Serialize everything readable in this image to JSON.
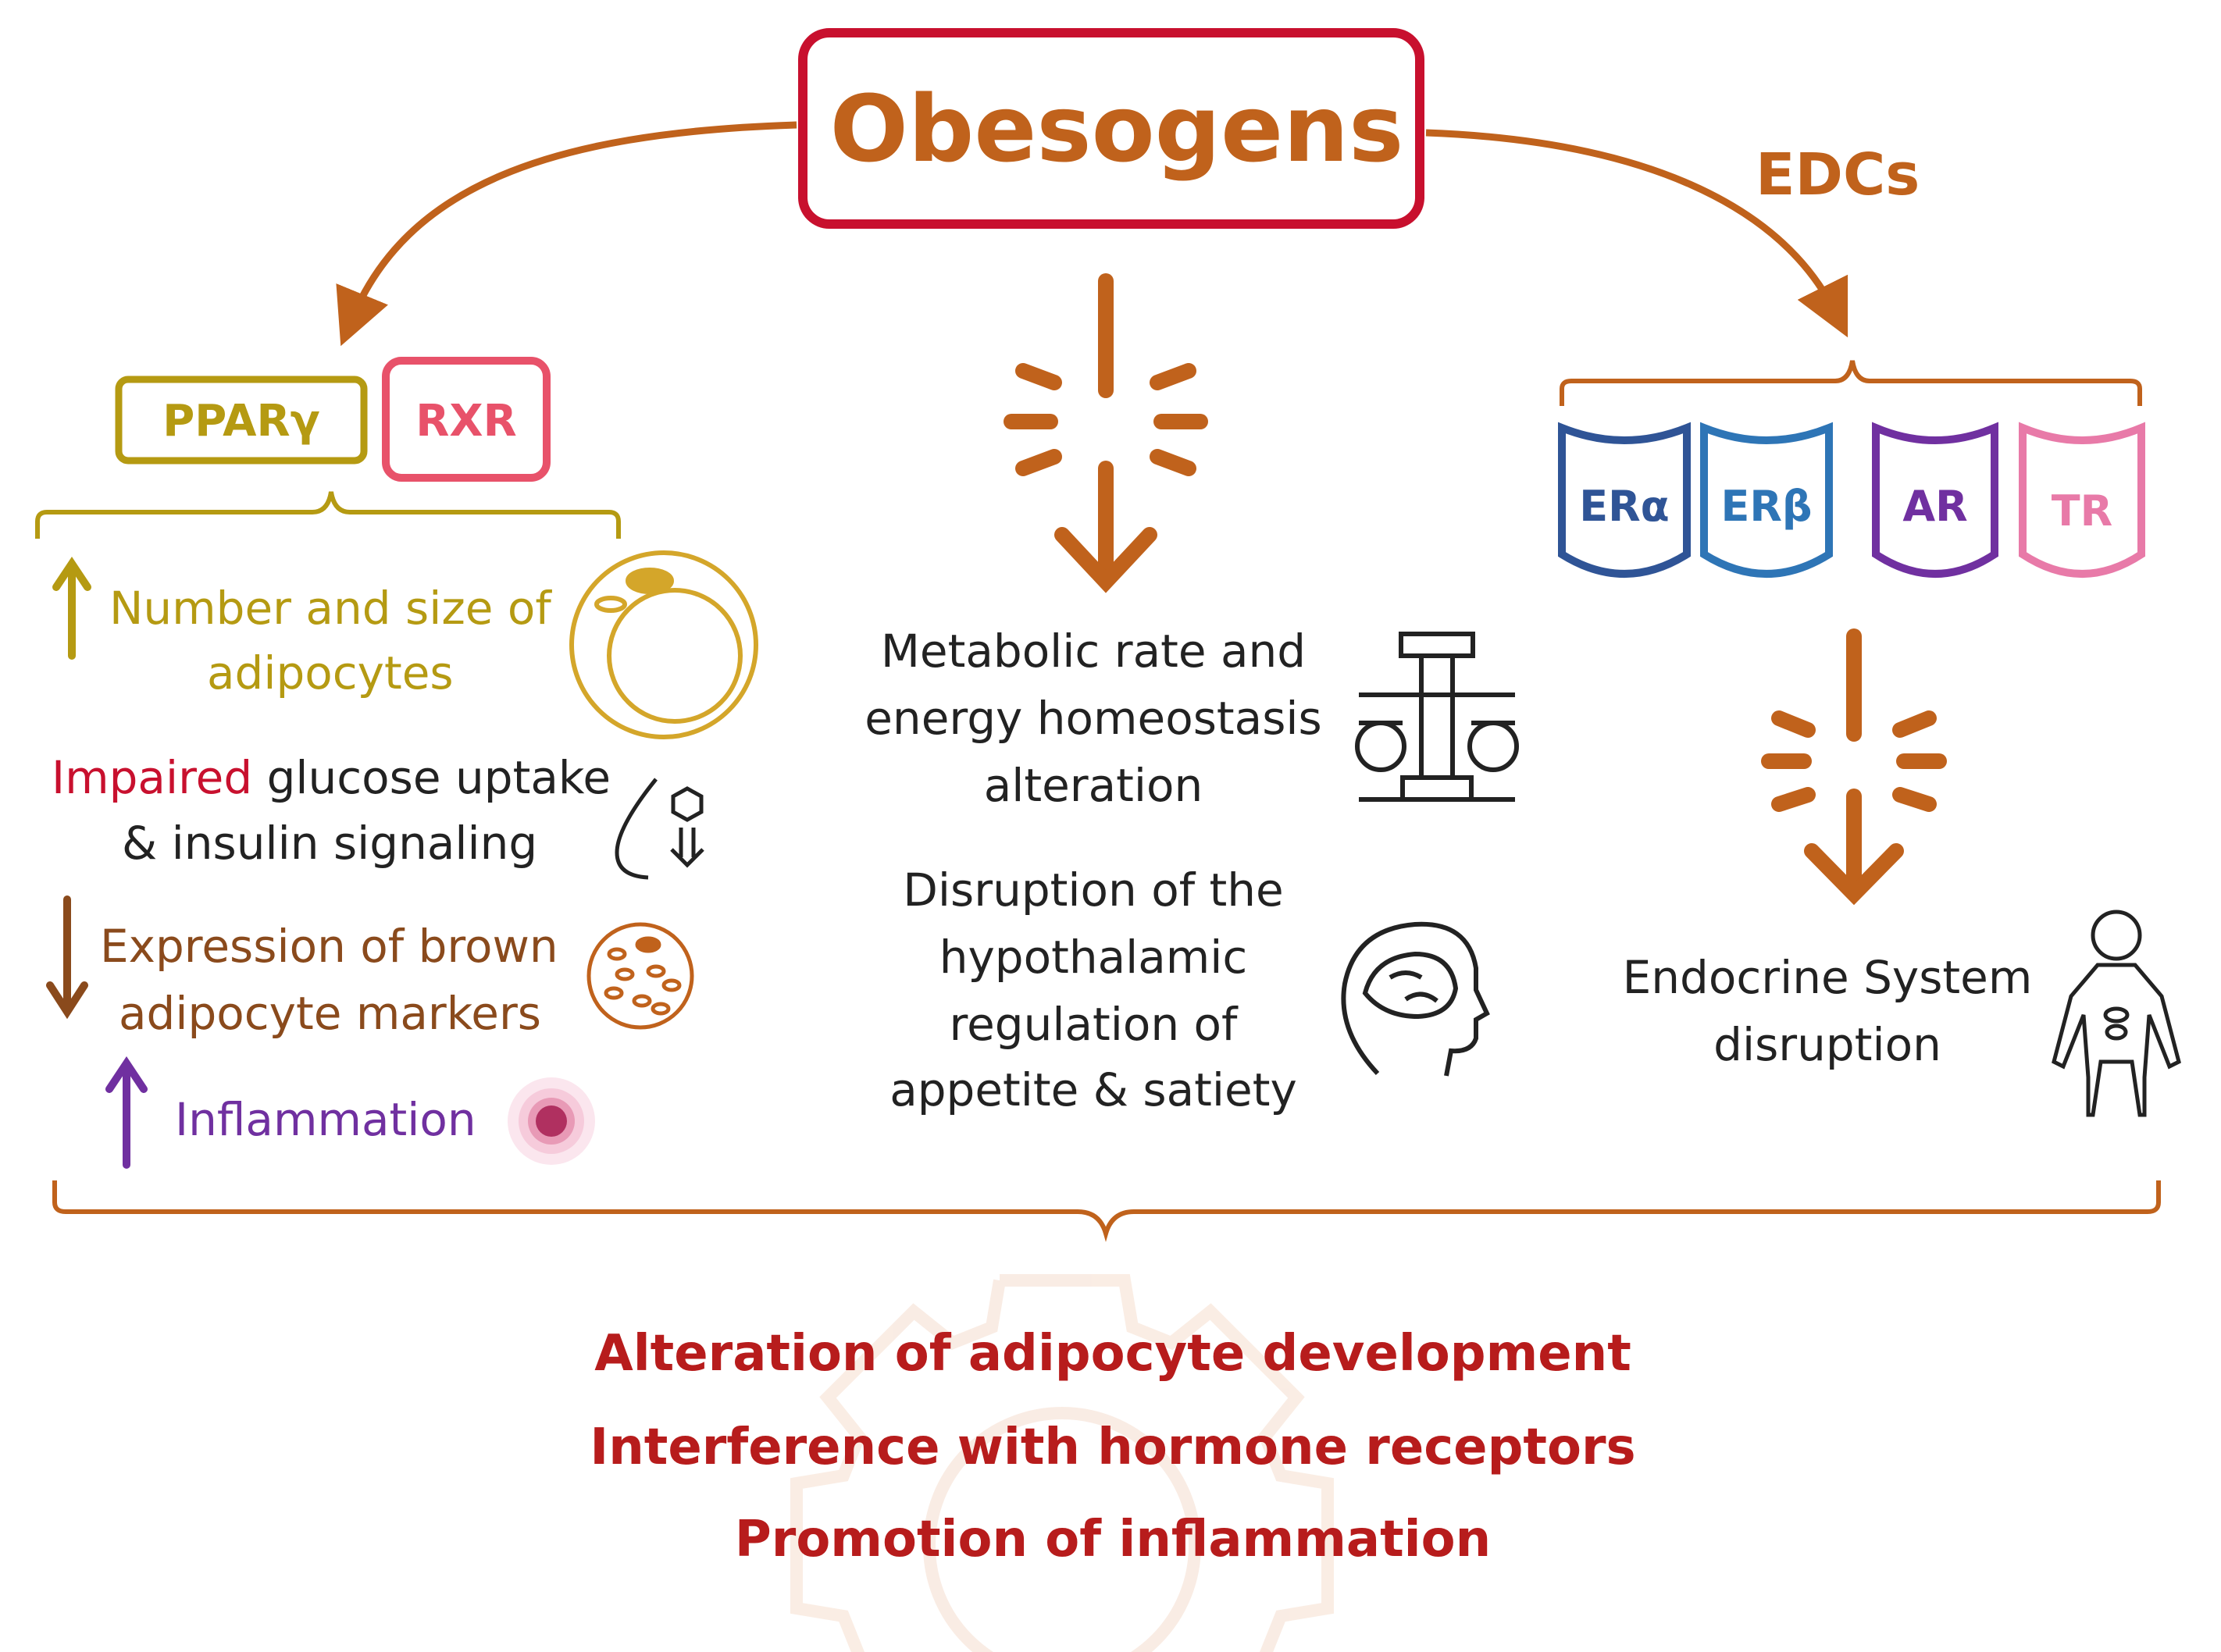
{
  "header": {
    "title": "Obesogens",
    "edcs_label": "EDCs"
  },
  "left": {
    "receptors": [
      {
        "label": "PPARγ"
      },
      {
        "label": "RXR"
      }
    ],
    "effects": {
      "adipocytes": {
        "line1": "Number and size of",
        "line2": "adipocytes"
      },
      "glucose": {
        "impaired": "Impaired",
        "rest1": " glucose uptake",
        "line2": "& insulin signaling"
      },
      "brown": {
        "line1": "Expression of brown",
        "line2": "adipocyte markers"
      },
      "inflammation": {
        "label": "Inflammation"
      }
    }
  },
  "center": {
    "metabolic": {
      "line1": "Metabolic rate and",
      "line2": "energy homeostasis",
      "line3": "alteration"
    },
    "hypothalamic": {
      "line1": "Disruption of the",
      "line2": "hypothalamic",
      "line3": "regulation of",
      "line4": "appetite & satiety"
    }
  },
  "right": {
    "receptors": [
      {
        "label": "ERα"
      },
      {
        "label": "ERβ"
      },
      {
        "label": "AR"
      },
      {
        "label": "TR"
      }
    ],
    "endocrine": {
      "line1": "Endocrine System",
      "line2": "disruption"
    }
  },
  "outcomes": [
    "Alteration of adipocyte development",
    "Interference with hormone receptors",
    "Promotion of inflammation"
  ],
  "colors": {
    "arrow_orange": "#c0621c",
    "obesogens_border": "#c8102e",
    "ppar": "#b59a12",
    "rxr": "#e8526a",
    "er_alpha": "#2f5496",
    "er_beta": "#2e75b6",
    "ar": "#7030a0",
    "tr": "#e87aa8",
    "brown": "#8a4a1c",
    "inflammation": "#7030a0",
    "impaired": "#c8102e",
    "outcome": "#b71c1c"
  },
  "icons": [
    "adipocyte-cell-icon",
    "glucose-drop-icon",
    "brown-adipocyte-icon",
    "inflammation-icon",
    "balance-scale-icon",
    "brain-head-icon",
    "human-body-icon",
    "gear-icon"
  ]
}
